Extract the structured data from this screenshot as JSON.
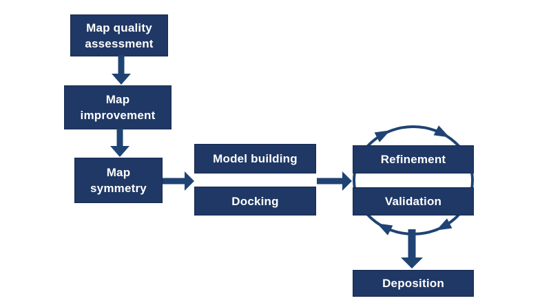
{
  "diagram": {
    "type": "flowchart",
    "background": "#ffffff",
    "colors": {
      "box_fill": "#1F3865",
      "box_border": "#16294E",
      "arrow": "#1F4373",
      "text": "#ffffff"
    },
    "nodes": {
      "map_quality_assessment": {
        "lines": [
          "Map quality",
          "assessment"
        ]
      },
      "map_improvement": {
        "lines": [
          "Map",
          "improvement"
        ]
      },
      "map_symmetry": {
        "lines": [
          "Map",
          "symmetry"
        ]
      },
      "model_building": {
        "lines": [
          "Model building"
        ]
      },
      "docking": {
        "lines": [
          "Docking"
        ]
      },
      "refinement": {
        "lines": [
          "Refinement"
        ]
      },
      "validation": {
        "lines": [
          "Validation"
        ]
      },
      "deposition": {
        "lines": [
          "Deposition"
        ]
      }
    },
    "edges": [
      {
        "from": "Map quality assessment",
        "to": "Map improvement",
        "type": "arrow-down"
      },
      {
        "from": "Map improvement",
        "to": "Map symmetry",
        "type": "arrow-down"
      },
      {
        "from": "Map symmetry",
        "to": "Model building / Docking",
        "type": "arrow-right"
      },
      {
        "from": "Model building / Docking",
        "to": "Refinement / Validation",
        "type": "arrow-right"
      },
      {
        "between": [
          "Refinement",
          "Validation"
        ],
        "type": "cycle-clockwise"
      },
      {
        "from": "Refinement / Validation",
        "to": "Deposition",
        "type": "arrow-down"
      }
    ]
  }
}
